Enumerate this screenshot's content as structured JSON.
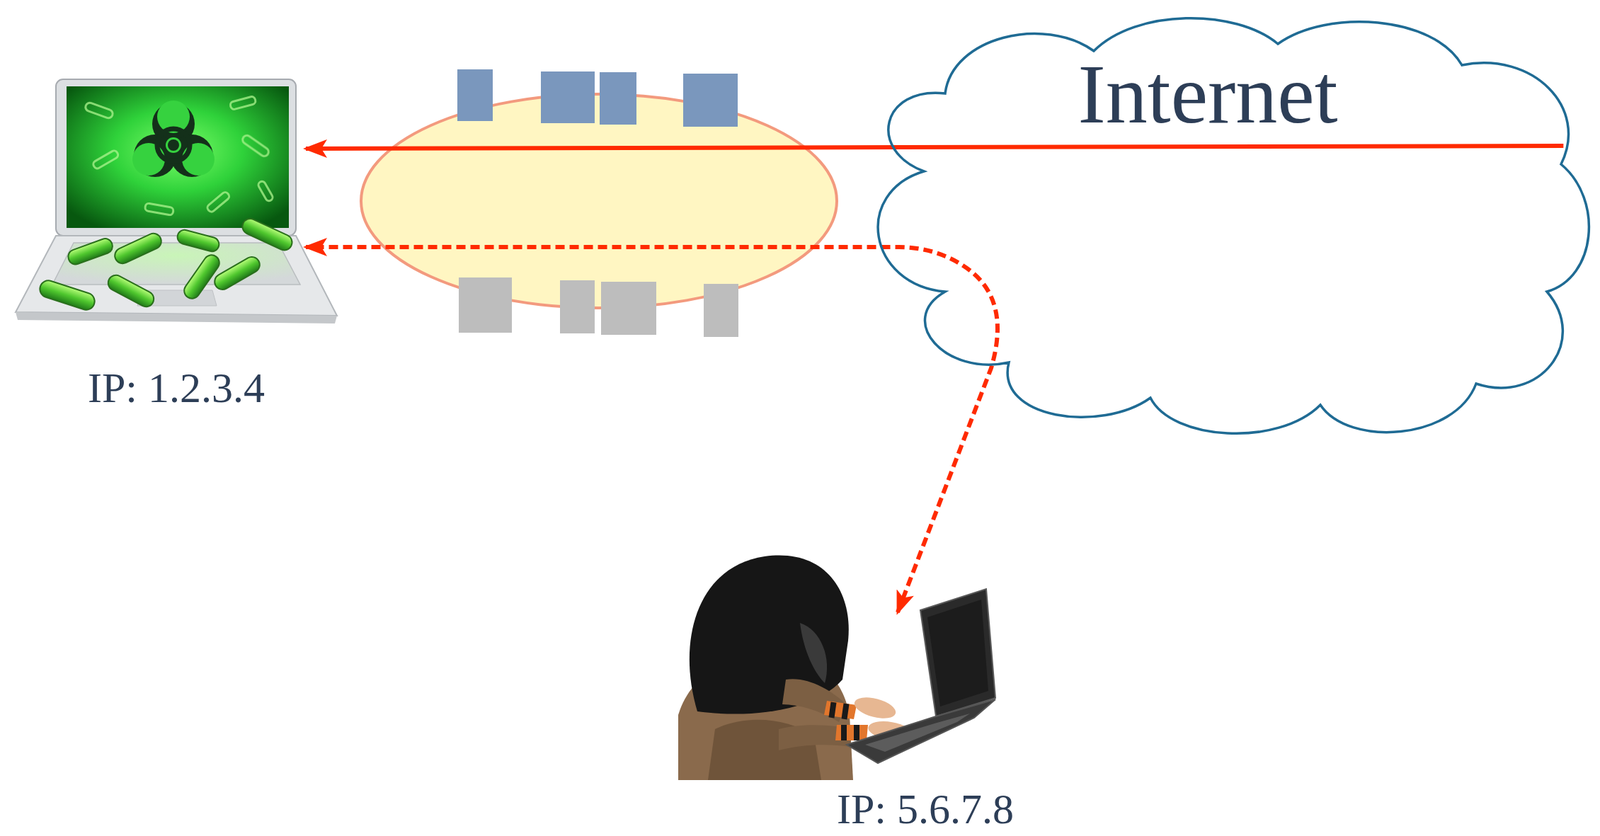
{
  "diagram": {
    "nodes": [
      {
        "text": [
          "IP: 1.2.3.4"
        ]
      },
      {
        "text": [
          "Internet"
        ]
      },
      {
        "text": [
          "IP: 5.6.7.8"
        ]
      }
    ],
    "edges": [
      {
        "from": 1,
        "to": 0,
        "arrow": "to"
      },
      {
        "from": 2,
        "to": 0,
        "arrow": "both"
      }
    ]
  }
}
